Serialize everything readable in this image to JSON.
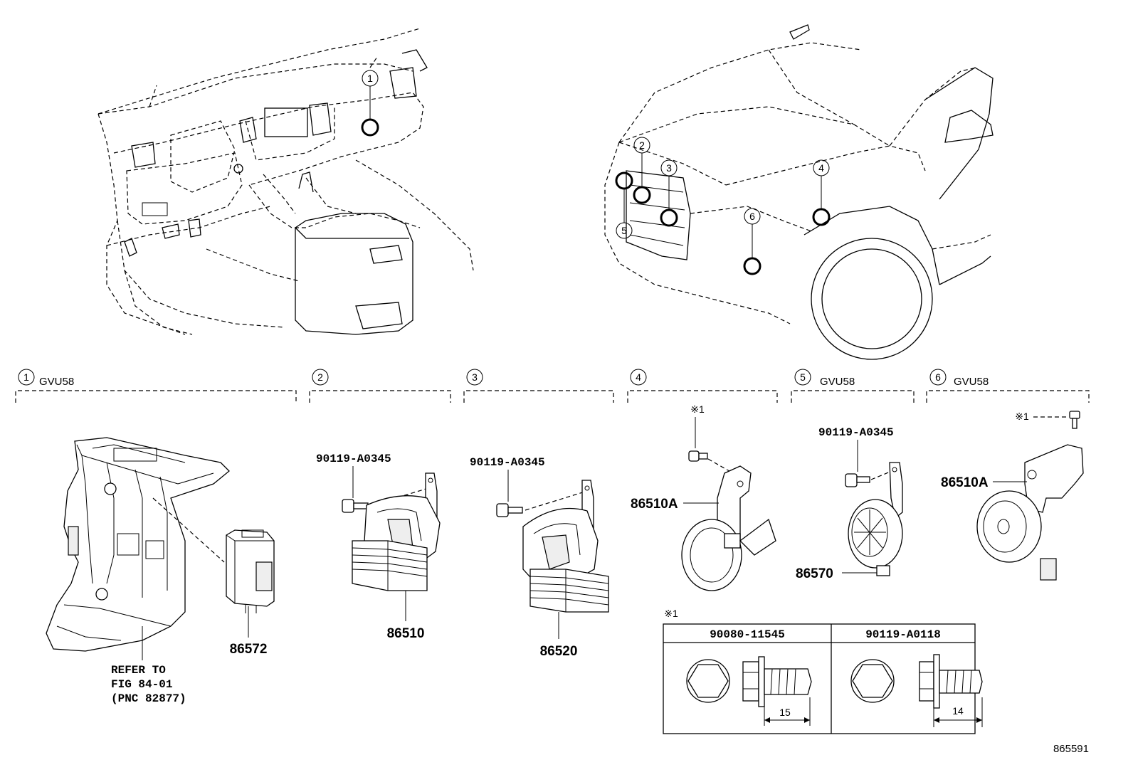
{
  "sections": [
    {
      "num": "1",
      "variant": "GVU58"
    },
    {
      "num": "2",
      "variant": ""
    },
    {
      "num": "3",
      "variant": ""
    },
    {
      "num": "4",
      "variant": ""
    },
    {
      "num": "5",
      "variant": "GVU58"
    },
    {
      "num": "6",
      "variant": "GVU58"
    }
  ],
  "callouts": [
    "1",
    "2",
    "3",
    "4",
    "5",
    "6"
  ],
  "parts": {
    "p86572": "86572",
    "p86510": "86510",
    "p86520": "86520",
    "p86510a_4": "86510A",
    "p86570": "86570",
    "p86510a_6": "86510A",
    "bolt_2": "90119-A0345",
    "bolt_3": "90119-A0345",
    "bolt_5": "90119-A0345"
  },
  "refer": {
    "line1": "REFER TO",
    "line2": "FIG 84-01",
    "line3": "(PNC 82877)"
  },
  "note_marks": {
    "sec4": "※1",
    "sec6": "※1"
  },
  "table": {
    "mark": "※1",
    "columns": [
      {
        "part": "90080-11545",
        "dimension": "15"
      },
      {
        "part": "90119-A0118",
        "dimension": "14"
      }
    ]
  },
  "diagram_id": "865591"
}
